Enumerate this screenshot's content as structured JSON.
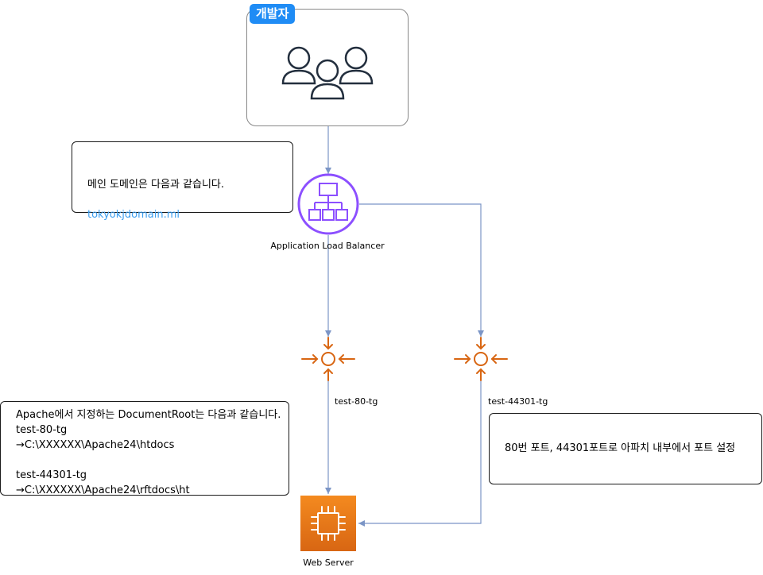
{
  "developer_group": {
    "label": "개발자",
    "icon": "users-icon"
  },
  "domain_note": {
    "line1": "메인 도메인은 다음과 같습니다.",
    "link": "tokyokjdomain.ml"
  },
  "alb": {
    "label": "Application Load Balancer",
    "icon": "application-load-balancer-icon",
    "color": "#8c4fff"
  },
  "target_groups": [
    {
      "label": "test-80-tg",
      "icon": "target-group-icon"
    },
    {
      "label": "test-44301-tg",
      "icon": "target-group-icon"
    }
  ],
  "document_root_note": {
    "text": "Apache에서 지정하는 DocumentRoot는 다음과 같습니다.\ntest-80-tg\n→C:\\XXXXXX\\Apache24\\htdocs\n\ntest-44301-tg\n→C:\\XXXXXX\\Apache24\\rftdocs\\ht"
  },
  "port_note": {
    "text": "80번 포트, 44301포트로 아파치 내부에서 포트 설정"
  },
  "web_server": {
    "label": "Web Server",
    "icon": "ec2-instance-icon",
    "color": "#e8721c"
  },
  "colors": {
    "connector": "#7b95c6",
    "target_group": "#d86613",
    "badge": "#1f8cf5"
  }
}
